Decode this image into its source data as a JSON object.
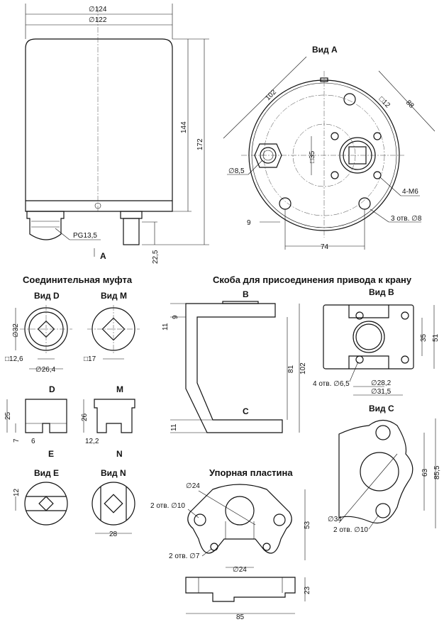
{
  "main_view": {
    "d124": "∅124",
    "d122": "∅122",
    "h144": "144",
    "h172": "172",
    "h22_5": "22,5",
    "pg": "PG13,5",
    "view_a_arrow": "A"
  },
  "view_a": {
    "title": "Вид A",
    "d102": "102",
    "d88": "88",
    "sq12": "□12",
    "sq35": "□35",
    "d8_5": "∅8,5",
    "m6": "4-M6",
    "holes": "3 отв. ∅8",
    "d9": "9",
    "d74": "74"
  },
  "coupling": {
    "title": "Соединительная муфта",
    "view_d": "Вид D",
    "view_m": "Вид M",
    "d32": "∅32",
    "sq12_6": "□12,6",
    "d26_4": "∅26,4",
    "sq17": "□17",
    "arrow_d": "D",
    "arrow_m": "M",
    "h25": "25",
    "h7": "7",
    "w6": "6",
    "arrow_e": "E",
    "h26": "26",
    "w12_2": "12,2",
    "arrow_n": "N",
    "view_e": "Вид E",
    "view_n": "Вид N",
    "h12": "12",
    "w28": "28"
  },
  "bracket": {
    "title": "Скоба для присоединения привода к крану",
    "arrow_b": "B",
    "d11a": "11",
    "d9": "9",
    "d81": "81",
    "d102": "102",
    "arrow_c": "C",
    "d11b": "11"
  },
  "view_b": {
    "title": "Вид B",
    "d35": "35",
    "d51": "51",
    "holes": "4 отв. ∅6,5",
    "d28_2": "∅28,2",
    "d31_5": "∅31,5"
  },
  "view_c": {
    "title": "Вид C",
    "d63": "63",
    "d85_5": "85,5",
    "d34": "∅34",
    "holes": "2 отв. ∅10"
  },
  "plate": {
    "title": "Упорная пластина",
    "d24a": "∅24",
    "holes10": "2 отв. ∅10",
    "d53": "53",
    "holes7": "2 отв. ∅7",
    "d24b": "∅24",
    "d23": "23",
    "d85": "85"
  }
}
